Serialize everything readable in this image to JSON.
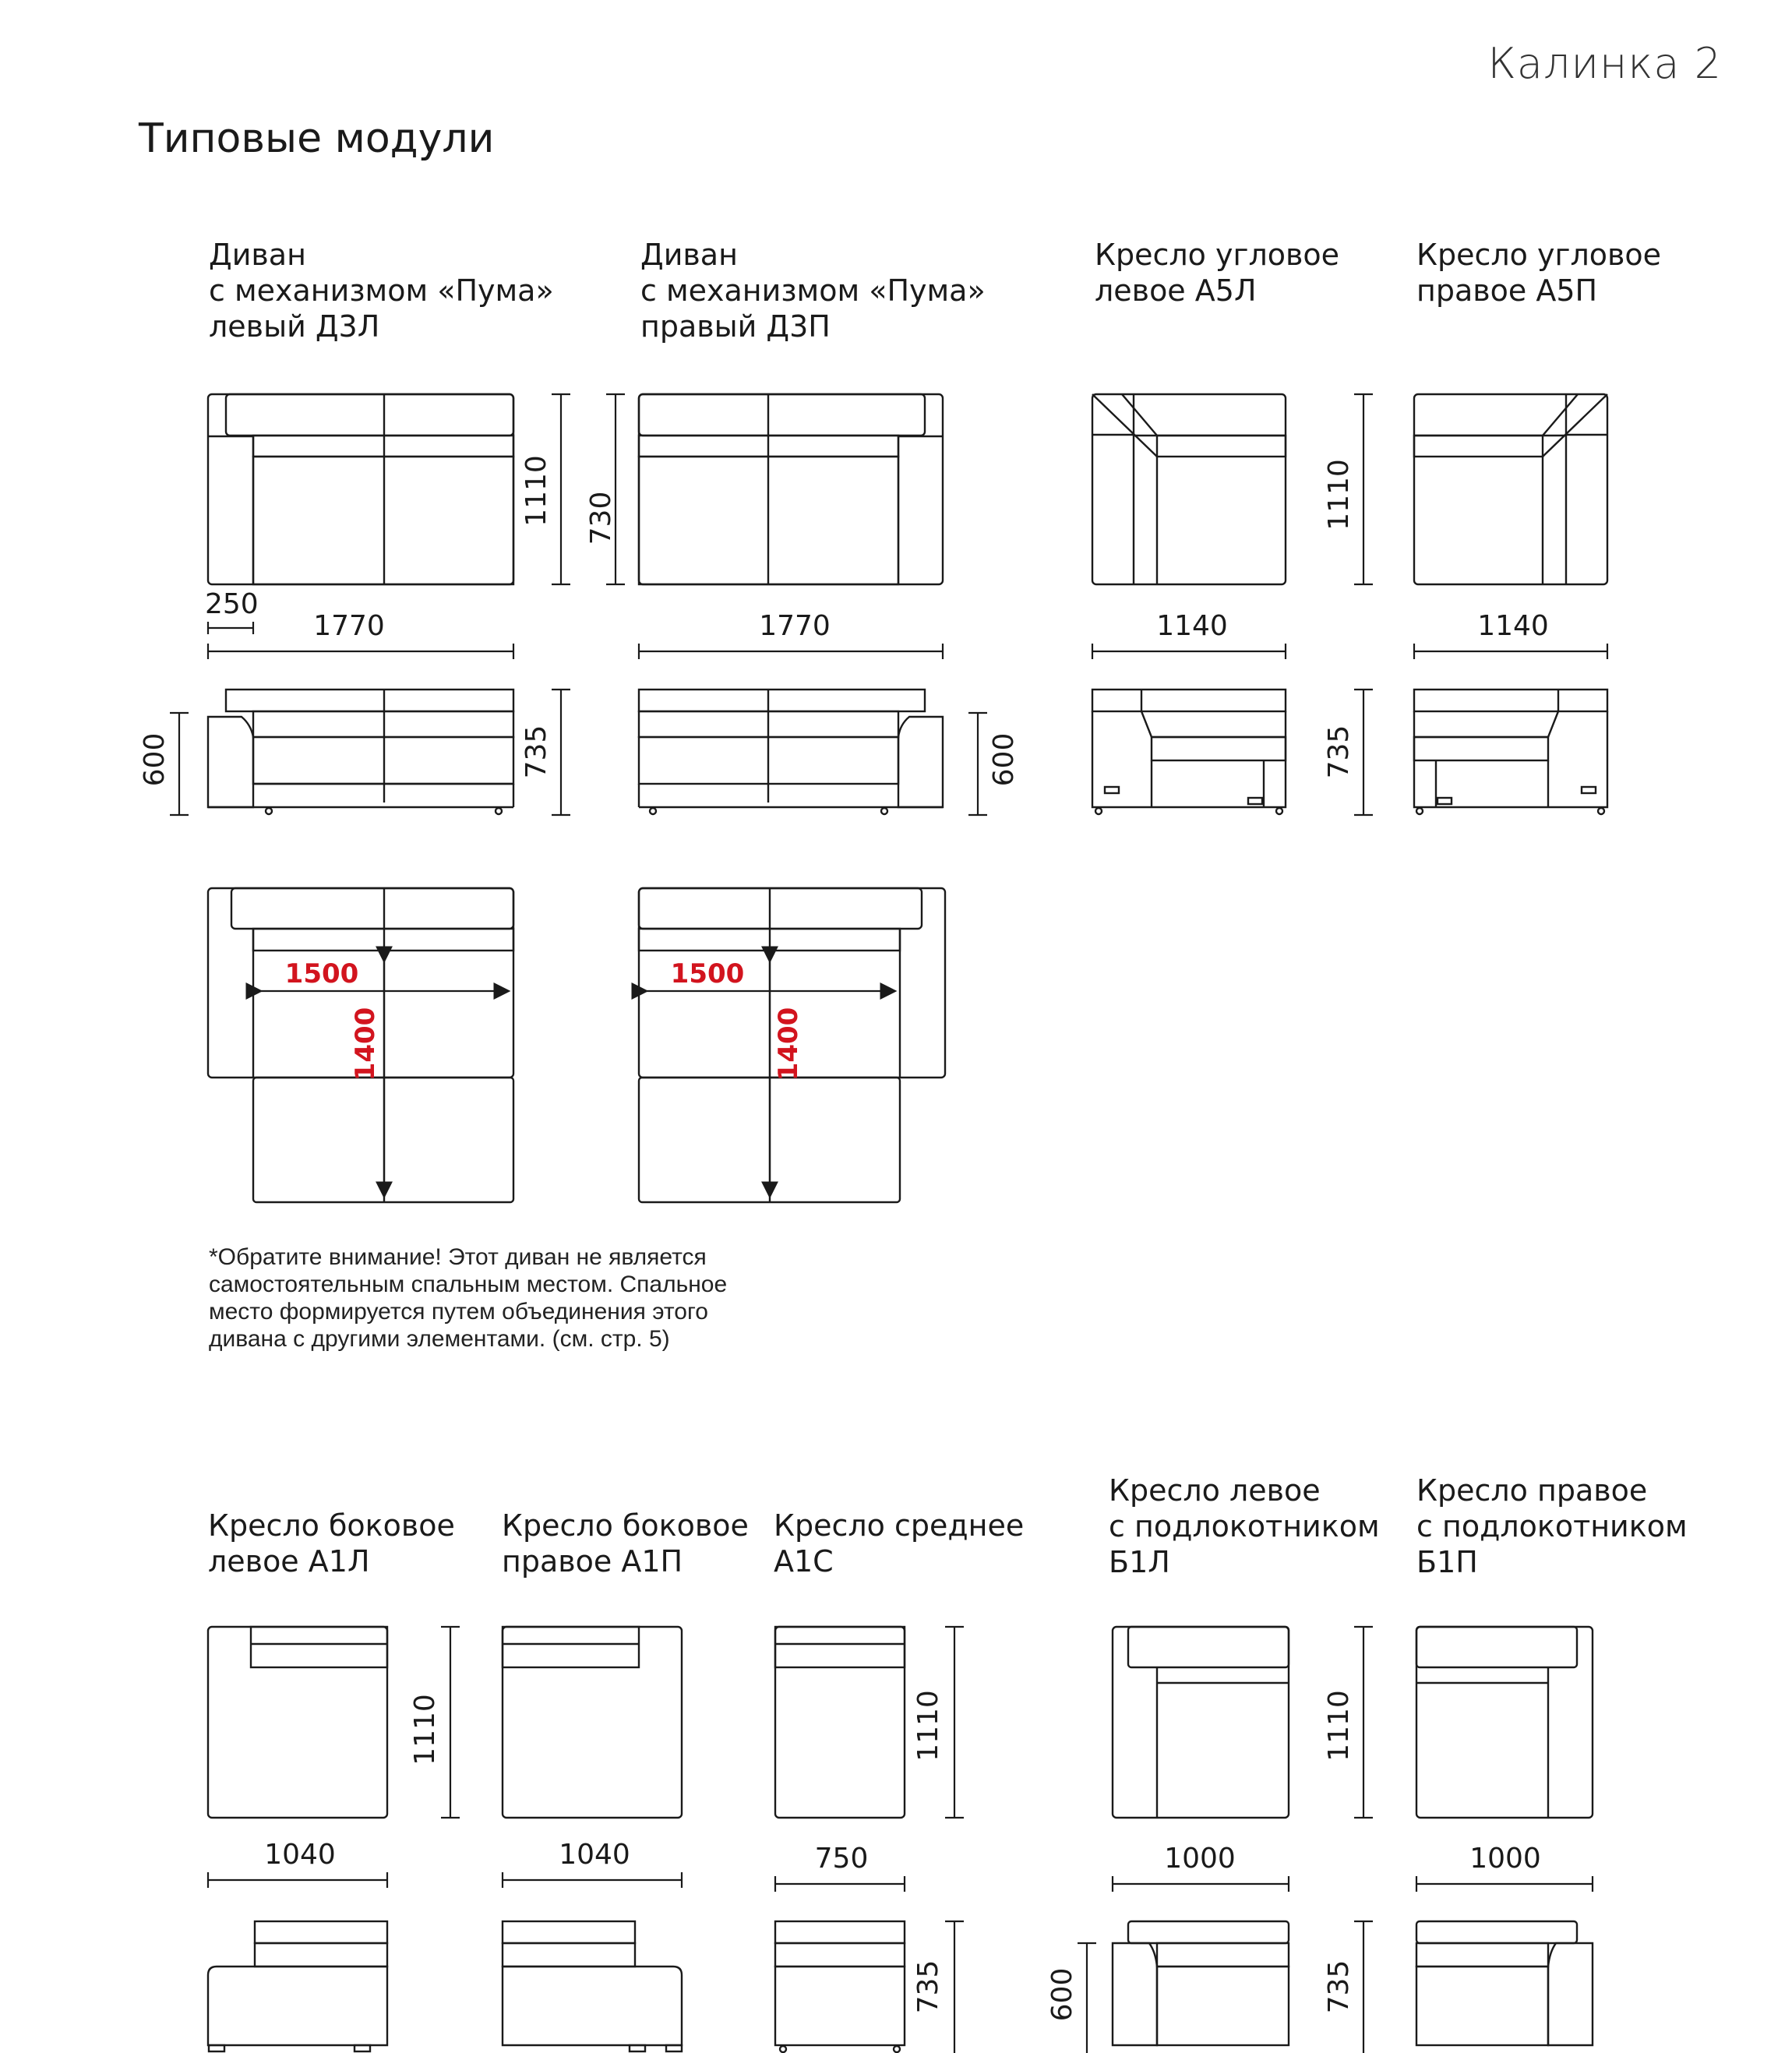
{
  "header": {
    "brand": "Калинка 2",
    "section_title": "Типовые модули"
  },
  "modules_top": [
    {
      "title": "Диван\nс механизмом «Пума»\nлевый Д3Л"
    },
    {
      "title": "Диван\nс механизмом «Пума»\nправый Д3П"
    },
    {
      "title": "Кресло угловое\nлевое А5Л"
    },
    {
      "title": "Кресло угловое\nправое А5П"
    }
  ],
  "modules_bottom": [
    {
      "title": "Кресло боковое\nлевое А1Л"
    },
    {
      "title": "Кресло боковое\nправое А1П"
    },
    {
      "title": "Кресло среднее\nА1С"
    },
    {
      "title": "Кресло левое\nс подлокотником\nБ1Л"
    },
    {
      "title": "Кресло правое\nс подлокотником\nБ1П"
    }
  ],
  "dimensions": {
    "d3l_depth": "1110",
    "d3l_arm": "250",
    "d3l_width": "1770",
    "d3l_side_left": "600",
    "d3l_side_height": "735",
    "d3p_depth": "730",
    "d3p_width": "1770",
    "d3p_side_height": "600",
    "a5l_depth": "1110",
    "a5l_width": "1140",
    "a5_side_height": "735",
    "a5p_width": "1140",
    "sleep_width": "1500",
    "sleep_length": "1400",
    "a1l_depth": "1110",
    "a1l_width": "1040",
    "a1p_width": "1040",
    "a1c_depth": "1110",
    "a1c_width": "750",
    "a1c_height": "735",
    "b1l_depth": "1110",
    "b1l_width": "1000",
    "b1l_seat": "600",
    "b1_height": "735",
    "b1p_width": "1000"
  },
  "note": "*Обратите внимание! Этот диван не является\nсамостоятельным спальным местом. Спальное\nместо формируется путем объединения этого\nдивана с другими элементами. (см. стр. 5)",
  "colors": {
    "line": "#1a1a1a",
    "accent_red": "#d2141e"
  }
}
